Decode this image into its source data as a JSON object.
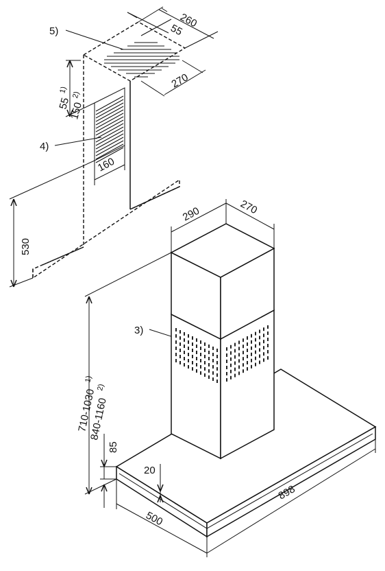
{
  "callouts": {
    "label_5": "5)",
    "label_4": "4)",
    "label_3": "3)"
  },
  "dimensions": {
    "top_width": "260",
    "top_inset": "55",
    "top_depth": "270",
    "opening_offset_1": "55",
    "opening_offset_1_note": "1)",
    "opening_offset_2": "150",
    "opening_offset_2_note": "2)",
    "opening_width": "160",
    "bracket_height": "530",
    "chimney_width": "290",
    "chimney_depth": "270",
    "total_height_1": "710-1030",
    "total_height_1_note": "1)",
    "total_height_2": "840-1160",
    "total_height_2_note": "2)",
    "canopy_height": "85",
    "canopy_edge": "20",
    "canopy_depth": "500",
    "canopy_width": "898"
  }
}
